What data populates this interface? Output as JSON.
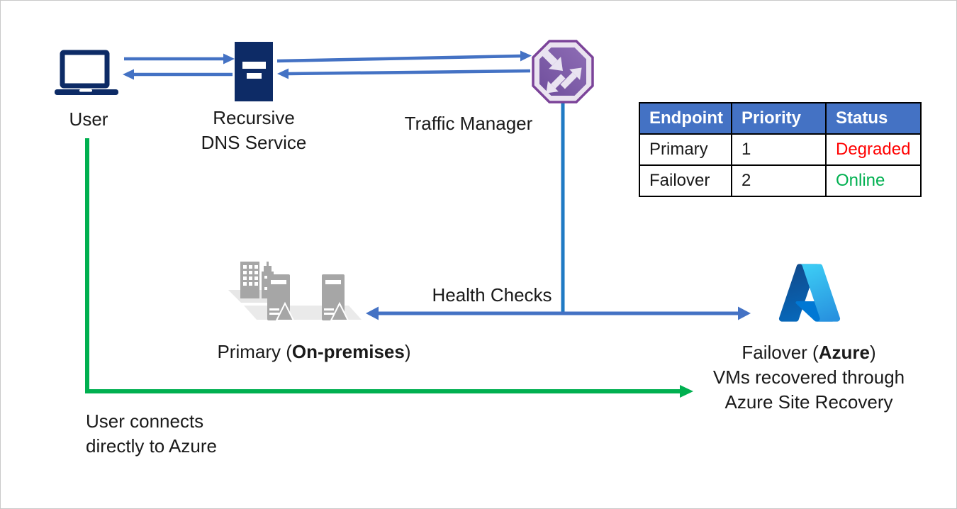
{
  "nodes": {
    "user": {
      "label": "User",
      "icon": "laptop-icon"
    },
    "dns": {
      "label_line1": "Recursive",
      "label_line2": "DNS Service",
      "icon": "dns-server-icon"
    },
    "traffic_manager": {
      "label": "Traffic Manager",
      "icon": "traffic-manager-octagon-icon"
    },
    "on_premises": {
      "label_prefix": "Primary (",
      "label_bold": "On-premises",
      "label_suffix": ")",
      "icon": "datacenter-buildings-icon"
    },
    "azure": {
      "label_prefix": "Failover (",
      "label_bold": "Azure",
      "label_suffix": ")",
      "sub_line1": "VMs recovered through",
      "sub_line2": "Azure Site Recovery",
      "icon": "azure-logo-icon"
    }
  },
  "edges": {
    "health_checks_label": "Health Checks",
    "user_direct_line1": "User connects",
    "user_direct_line2": "directly to Azure"
  },
  "endpoint_table": {
    "headers": [
      "Endpoint",
      "Priority",
      "Status"
    ],
    "rows": [
      {
        "endpoint": "Primary",
        "priority": "1",
        "status": "Degraded",
        "status_color": "#FF0000"
      },
      {
        "endpoint": "Failover",
        "priority": "2",
        "status": "Online",
        "status_color": "#00B050"
      }
    ]
  },
  "colors": {
    "arrow_blue": "#4472C4",
    "health_line_blue": "#1F7AC4",
    "direct_green": "#00B050",
    "icon_navy": "#0D2B66",
    "icon_gray": "#A6A6A6",
    "traffic_manager_purple": "#7B4399",
    "table_header_bg": "#4472C4",
    "status_degraded": "#FF0000",
    "status_online": "#00B050"
  }
}
